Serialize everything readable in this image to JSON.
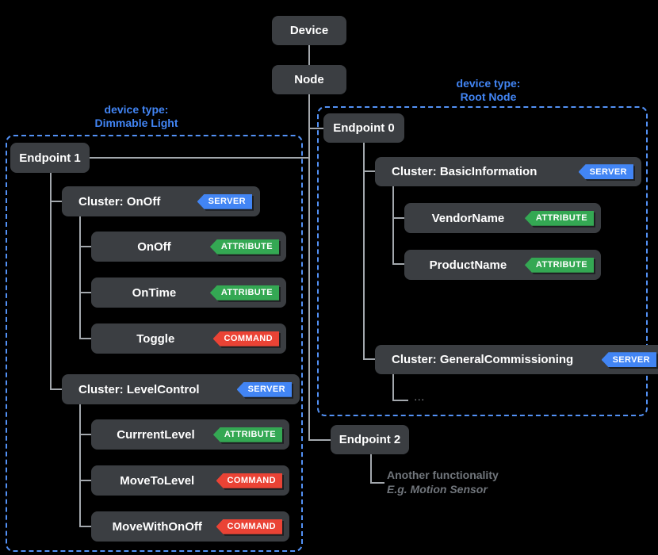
{
  "colors": {
    "background": "#000000",
    "box_bg": "#3b3e42",
    "box_text": "#ffffff",
    "line": "#a3a8ad",
    "group_border": "#5391f5",
    "group_label": "#4285f4",
    "server_badge": "#4285f4",
    "attribute_badge": "#34a853",
    "command_badge": "#ea4335",
    "note_text": "#71767c"
  },
  "nodes": {
    "device": {
      "label": "Device"
    },
    "node": {
      "label": "Node"
    },
    "endpoint1": {
      "label": "Endpoint 1"
    },
    "endpoint0": {
      "label": "Endpoint 0"
    },
    "endpoint2": {
      "label": "Endpoint 2"
    },
    "clusterOnOff": {
      "label": "Cluster: OnOff",
      "badge": "SERVER"
    },
    "onOff": {
      "label": "OnOff",
      "badge": "ATTRIBUTE"
    },
    "onTime": {
      "label": "OnTime",
      "badge": "ATTRIBUTE"
    },
    "toggle": {
      "label": "Toggle",
      "badge": "COMMAND"
    },
    "clusterLevelControl": {
      "label": "Cluster: LevelControl",
      "badge": "SERVER"
    },
    "currrentLevel": {
      "label": "CurrrentLevel",
      "badge": "ATTRIBUTE"
    },
    "moveToLevel": {
      "label": "MoveToLevel",
      "badge": "COMMAND"
    },
    "moveWithOnOff": {
      "label": "MoveWithOnOff",
      "badge": "COMMAND"
    },
    "clusterBasicInformation": {
      "label": "Cluster: BasicInformation",
      "badge": "SERVER"
    },
    "vendorName": {
      "label": "VendorName",
      "badge": "ATTRIBUTE"
    },
    "productName": {
      "label": "ProductName",
      "badge": "ATTRIBUTE"
    },
    "clusterGeneralCommissioning": {
      "label": "Cluster: GeneralCommissioning",
      "badge": "SERVER"
    }
  },
  "groups": {
    "dimmable_light": {
      "label_line1": "device type:",
      "label_line2": "Dimmable Light"
    },
    "root_node": {
      "label_line1": "device type:",
      "label_line2": "Root Node"
    }
  },
  "misc": {
    "ellipsis": "...",
    "note_line1": "Another functionality",
    "note_line2": "E.g. Motion Sensor"
  }
}
